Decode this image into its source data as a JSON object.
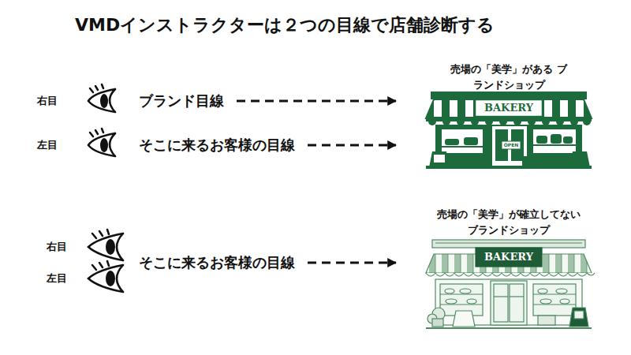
{
  "diagram": {
    "title": "VMDインストラクターは２つの目線で店舗診断する",
    "nodes": [
      {
        "text": [
          "ブランド目線"
        ]
      },
      {
        "text": [
          "そこに来るお客様の目線"
        ]
      },
      {
        "text": [
          "売場の「美学」がある ブランドショップ"
        ]
      },
      {
        "text": [
          "そこに来るお客様の目線"
        ]
      },
      {
        "text": [
          "売場の「美学」が確立してない ブランドショップ"
        ]
      }
    ],
    "edges": [
      {
        "from": 0,
        "to": 2,
        "arrow": "to"
      },
      {
        "from": 1,
        "to": 2,
        "arrow": "to"
      },
      {
        "from": 3,
        "to": 4,
        "arrow": "to"
      }
    ],
    "labels": [
      "右目",
      "左目",
      "BAKERY",
      "OPEN",
      "右目",
      "左目",
      "BAKERY"
    ]
  }
}
